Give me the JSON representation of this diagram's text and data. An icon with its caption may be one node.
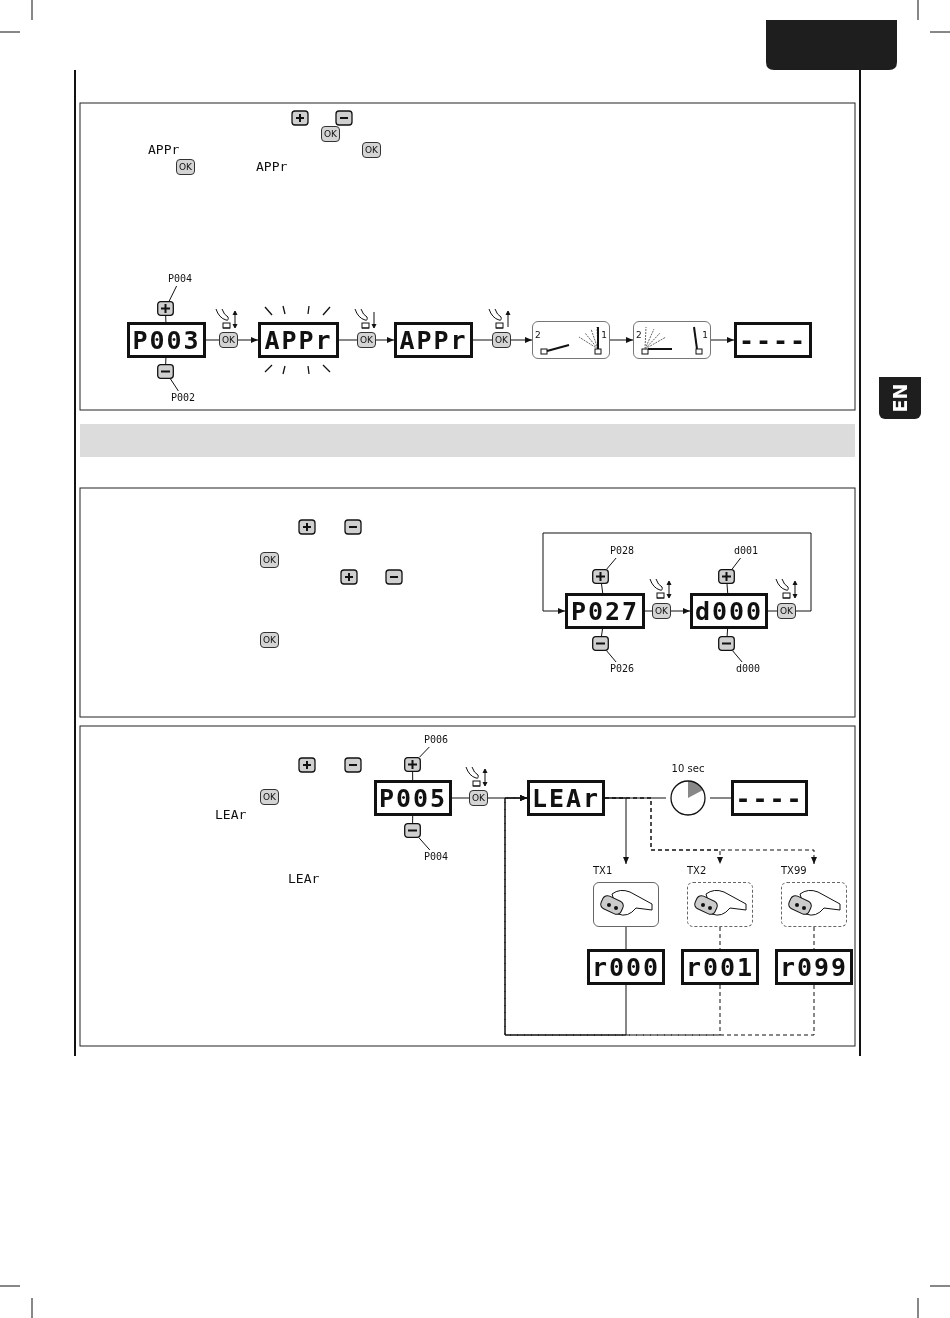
{
  "diagram": {
    "nodes": [
      {
        "text": [
          "P004"
        ]
      },
      {
        "text": [],
        "shape": "box"
      },
      {
        "text": [
          "P003"
        ]
      },
      {
        "text": [],
        "shape": "box"
      },
      {
        "text": [
          "P002"
        ]
      },
      {
        "text": [
          "OK"
        ]
      },
      {
        "text": [
          "APPr"
        ]
      },
      {
        "text": [
          "OK"
        ]
      },
      {
        "text": [
          "APPr"
        ]
      },
      {
        "text": [
          "OK"
        ]
      },
      {
        "text": [
          "2",
          "1"
        ]
      },
      {
        "text": [
          "2",
          "1"
        ]
      },
      {
        "text": [
          "----"
        ]
      },
      {
        "text": [
          "P028"
        ]
      },
      {
        "text": [],
        "shape": "box"
      },
      {
        "text": [
          "P027"
        ]
      },
      {
        "text": [],
        "shape": "box"
      },
      {
        "text": [
          "P026"
        ]
      },
      {
        "text": [
          "OK"
        ]
      },
      {
        "text": [
          "d001"
        ]
      },
      {
        "text": [],
        "shape": "box"
      },
      {
        "text": [
          "d000"
        ]
      },
      {
        "text": [],
        "shape": "box"
      },
      {
        "text": [
          "d000"
        ]
      },
      {
        "text": [
          "OK"
        ]
      },
      {
        "text": [
          "P006"
        ]
      },
      {
        "text": [],
        "shape": "box"
      },
      {
        "text": [
          "P005"
        ]
      },
      {
        "text": [],
        "shape": "box"
      },
      {
        "text": [
          "P004"
        ]
      },
      {
        "text": [
          "OK"
        ]
      },
      {
        "text": [
          "LEAr"
        ]
      },
      {
        "text": [
          "10 sec"
        ]
      },
      {
        "text": [
          "----"
        ]
      },
      {
        "text": [
          "TX1"
        ]
      },
      {
        "text": [
          "TX2"
        ]
      },
      {
        "text": [
          "TX99"
        ]
      },
      {
        "text": [
          "r000"
        ]
      },
      {
        "text": [
          "r001"
        ]
      },
      {
        "text": [
          "r099"
        ]
      },
      {
        "text": [],
        "shape": "bar"
      }
    ],
    "edges": [
      {
        "from": 0,
        "to": 1,
        "arrow": "none"
      },
      {
        "from": 1,
        "to": 2,
        "arrow": "none"
      },
      {
        "from": 2,
        "to": 3,
        "arrow": "none"
      },
      {
        "from": 3,
        "to": 4,
        "arrow": "none"
      },
      {
        "from": 2,
        "to": 5,
        "arrow": "none"
      },
      {
        "from": 5,
        "to": 6,
        "arrow": "to"
      },
      {
        "from": 6,
        "to": 7,
        "arrow": "none"
      },
      {
        "from": 7,
        "to": 8,
        "arrow": "to"
      },
      {
        "from": 8,
        "to": 9,
        "arrow": "none"
      },
      {
        "from": 9,
        "to": 10,
        "arrow": "to"
      },
      {
        "from": 10,
        "to": 11,
        "arrow": "to"
      },
      {
        "from": 11,
        "to": 12,
        "arrow": "to"
      },
      {
        "from": 13,
        "to": 14,
        "arrow": "none"
      },
      {
        "from": 14,
        "to": 15,
        "arrow": "none"
      },
      {
        "from": 15,
        "to": 16,
        "arrow": "none"
      },
      {
        "from": 16,
        "to": 17,
        "arrow": "none"
      },
      {
        "from": 15,
        "to": 18,
        "arrow": "none"
      },
      {
        "from": 18,
        "to": 21,
        "arrow": "to"
      },
      {
        "from": 19,
        "to": 20,
        "arrow": "none"
      },
      {
        "from": 20,
        "to": 21,
        "arrow": "none"
      },
      {
        "from": 21,
        "to": 22,
        "arrow": "none"
      },
      {
        "from": 22,
        "to": 23,
        "arrow": "none"
      },
      {
        "from": 21,
        "to": 24,
        "arrow": "none"
      },
      {
        "from": 24,
        "to": 15,
        "arrow": "to"
      },
      {
        "from": 25,
        "to": 26,
        "arrow": "none"
      },
      {
        "from": 26,
        "to": 27,
        "arrow": "none"
      },
      {
        "from": 27,
        "to": 28,
        "arrow": "none"
      },
      {
        "from": 28,
        "to": 29,
        "arrow": "none"
      },
      {
        "from": 27,
        "to": 30,
        "arrow": "none"
      },
      {
        "from": 30,
        "to": 31,
        "arrow": "to"
      },
      {
        "from": 31,
        "to": 32,
        "arrow": "none"
      },
      {
        "from": 32,
        "to": 33,
        "arrow": "none"
      },
      {
        "from": 31,
        "to": 34,
        "arrow": "to"
      },
      {
        "from": 31,
        "to": 35,
        "arrow": "to",
        "style": "dashed"
      },
      {
        "from": 31,
        "to": 36,
        "arrow": "to",
        "style": "dashed"
      },
      {
        "from": 34,
        "to": 37,
        "arrow": "none"
      },
      {
        "from": 35,
        "to": 38,
        "arrow": "none",
        "style": "dashed"
      },
      {
        "from": 36,
        "to": 39,
        "arrow": "none",
        "style": "dashed"
      },
      {
        "from": 37,
        "to": 31,
        "arrow": "to"
      },
      {
        "from": 38,
        "to": 31,
        "arrow": "to",
        "style": "dashed"
      },
      {
        "from": 39,
        "to": 31,
        "arrow": "to",
        "style": "dashed"
      }
    ],
    "labels": [
      "OK",
      "APPr",
      "OK",
      "OK",
      "APPr",
      "EN",
      "OK",
      "OK",
      "OK",
      "LEAr",
      "LEAr"
    ]
  }
}
